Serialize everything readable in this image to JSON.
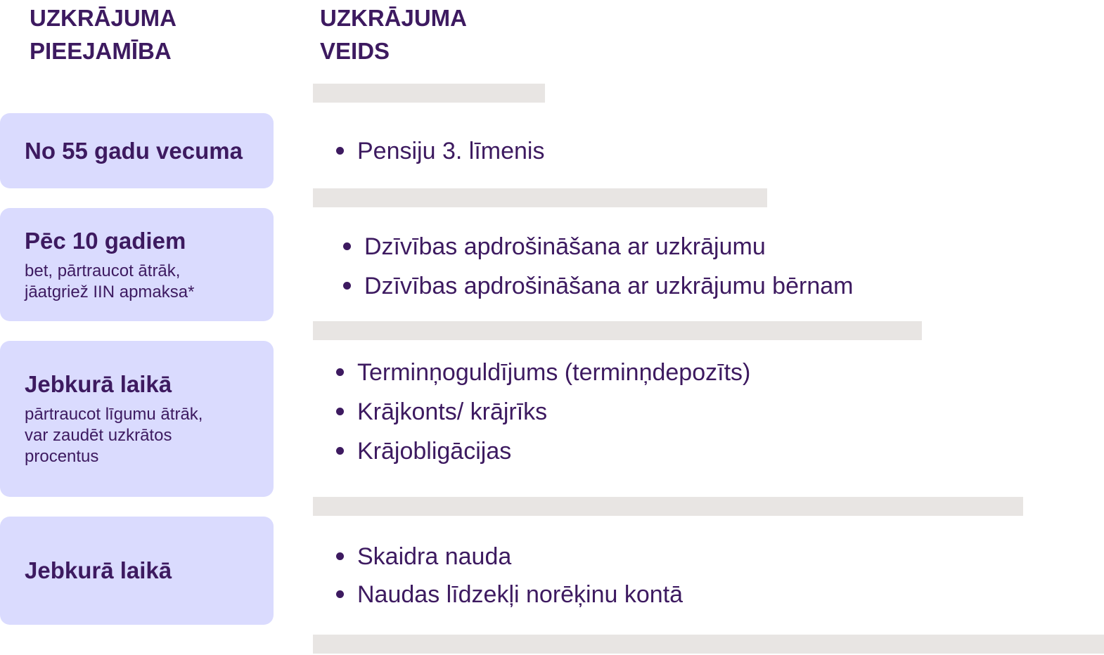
{
  "headers": {
    "left": [
      "UZKRĀJUMA",
      "PIEEJAMĪBA"
    ],
    "right": [
      "UZKRĀJUMA",
      "VEIDS"
    ]
  },
  "rows": [
    {
      "title": "No 55 gadu vecuma",
      "note": [],
      "items": [
        "Pensiju 3. līmenis"
      ]
    },
    {
      "title": "Pēc 10 gadiem",
      "note": [
        "bet, pārtraucot ātrāk,",
        "jāatgriež IIN apmaksa*"
      ],
      "items": [
        "Dzīvības apdrošināšana ar uzkrājumu",
        "Dzīvības apdrošināšana ar uzkrājumu bērnam"
      ]
    },
    {
      "title": "Jebkurā laikā",
      "note": [
        "pārtraucot līgumu ātrāk,",
        "var zaudēt uzkrātos",
        "procentus"
      ],
      "items": [
        "Terminņoguldījums (terminņdepozīts)",
        "Krājkonts/ krājrīks",
        "Krājobligācijas"
      ]
    },
    {
      "title": "Jebkurā laikā",
      "note": [],
      "items": [
        "Skaidra nauda",
        "Naudas līdzekļi norēķinu kontā"
      ]
    }
  ],
  "colors": {
    "text": "#3d1a60",
    "box_background": "#dadbfe",
    "divider": "#e8e5e3"
  }
}
